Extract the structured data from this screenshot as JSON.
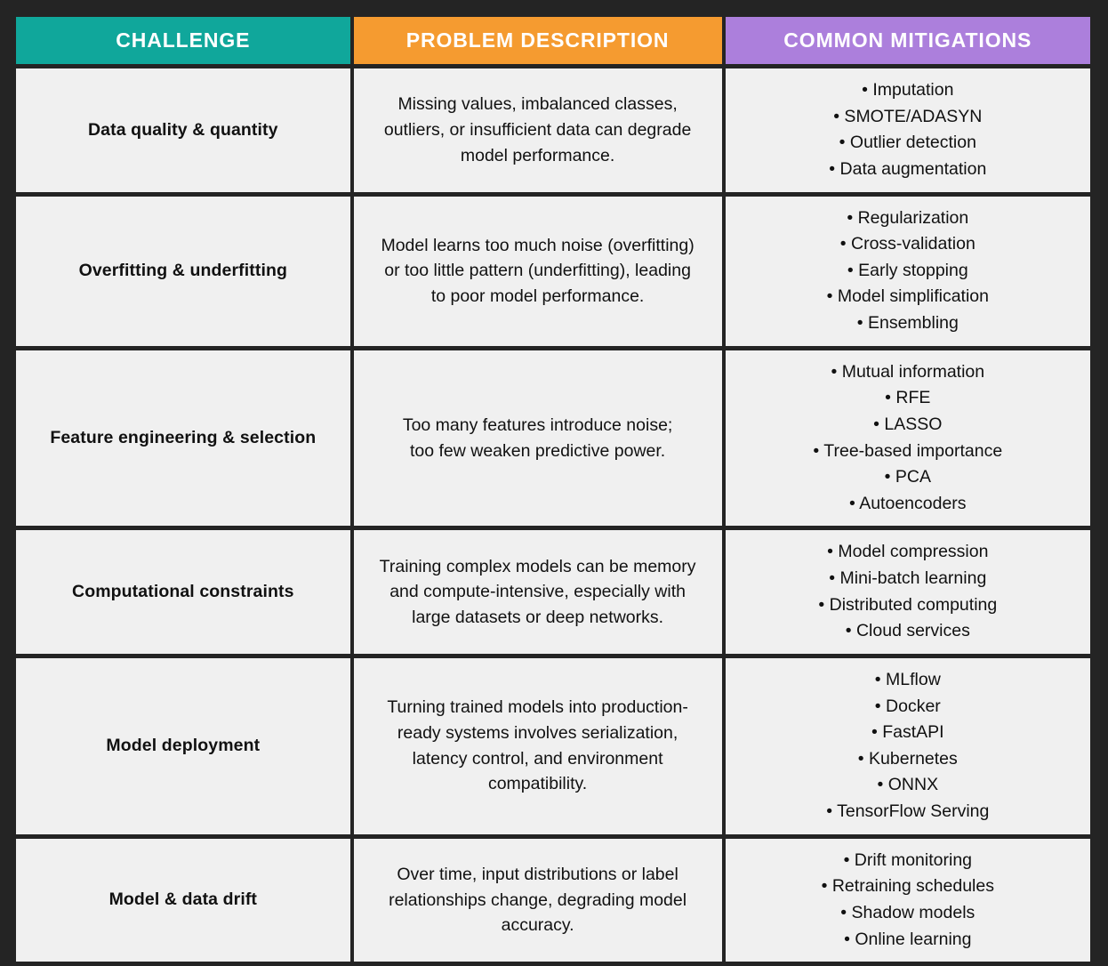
{
  "table": {
    "headers": [
      {
        "label": "CHALLENGE",
        "color": "#10A79B"
      },
      {
        "label": "PROBLEM DESCRIPTION",
        "color": "#F59B30"
      },
      {
        "label": "COMMON MITIGATIONS",
        "color": "#AC7FDC"
      }
    ],
    "bullet": "•",
    "cell_background": "#F0F0F0",
    "page_background": "#242424",
    "rows": [
      {
        "challenge": "Data quality & quantity",
        "description": "Missing values, imbalanced classes,\noutliers, or insufficient data can degrade\nmodel performance.",
        "mitigations": [
          "Imputation",
          "SMOTE/ADASYN",
          "Outlier detection",
          "Data augmentation"
        ]
      },
      {
        "challenge": "Overfitting & underfitting",
        "description": "Model learns too much noise (overfitting)\nor too little pattern (underfitting), leading\nto poor model performance.",
        "mitigations": [
          "Regularization",
          "Cross-validation",
          "Early stopping",
          "Model simplification",
          "Ensembling"
        ]
      },
      {
        "challenge": "Feature engineering & selection",
        "description": "Too many features introduce noise;\ntoo few weaken predictive power.",
        "mitigations": [
          "Mutual information",
          "RFE",
          "LASSO",
          "Tree-based importance",
          "PCA",
          "Autoencoders"
        ]
      },
      {
        "challenge": "Computational constraints",
        "description": "Training complex models can be memory\nand compute-intensive, especially with\nlarge datasets or deep networks.",
        "mitigations": [
          "Model compression",
          "Mini-batch learning",
          "Distributed computing",
          "Cloud services"
        ]
      },
      {
        "challenge": "Model deployment",
        "description": "Turning trained models into production-\nready systems involves serialization,\nlatency control, and environment\ncompatibility.",
        "mitigations": [
          "MLflow",
          "Docker",
          "FastAPI",
          "Kubernetes",
          "ONNX",
          "TensorFlow Serving"
        ]
      },
      {
        "challenge": "Model & data drift",
        "description": "Over time, input distributions or label\nrelationships change, degrading model\naccuracy.",
        "mitigations": [
          "Drift monitoring",
          "Retraining schedules",
          "Shadow models",
          "Online learning"
        ]
      }
    ]
  }
}
